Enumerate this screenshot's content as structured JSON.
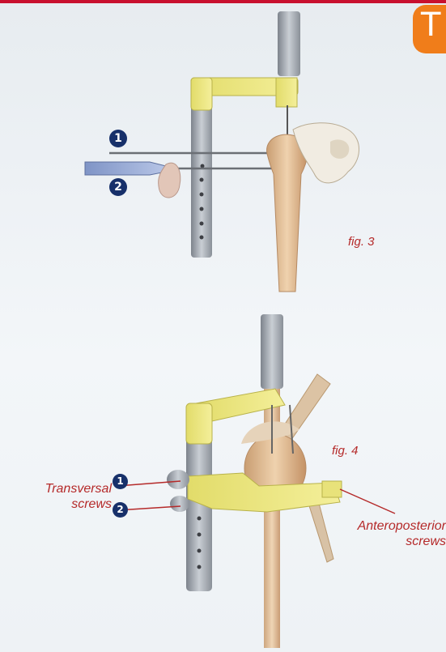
{
  "section_tab": {
    "letter": "T",
    "color": "#f07d1a"
  },
  "accent": "#c8102e",
  "figures": {
    "fig3": {
      "label": "fig. 3",
      "markers": [
        "1",
        "2"
      ]
    },
    "fig4": {
      "label": "fig. 4",
      "markers": [
        "1",
        "2"
      ],
      "transversal_line1": "Transversal",
      "transversal_line2": "screws",
      "antero_line1": "Anteroposterior",
      "antero_line2": "screws"
    }
  }
}
